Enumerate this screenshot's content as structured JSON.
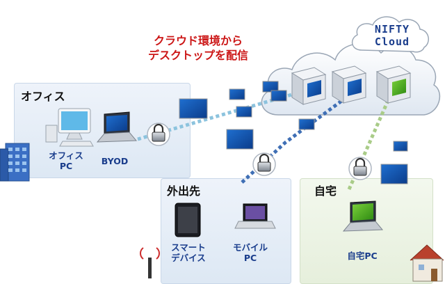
{
  "headline": {
    "line1": "クラウド環境から",
    "line2": "デスクトップを配信"
  },
  "cloud": {
    "label_line1": "NIFTY",
    "label_line2": "Cloud"
  },
  "office": {
    "title": "オフィス",
    "pc_line1": "オフィス",
    "pc_line2": "PC",
    "byod": "BYOD"
  },
  "away": {
    "title": "外出先",
    "phone_line1": "スマート",
    "phone_line2": "デバイス",
    "laptop_line1": "モバイル",
    "laptop_line2": "PC"
  },
  "home": {
    "title": "自宅",
    "pc": "自宅PC"
  },
  "colors": {
    "headline": "#cc1717",
    "label": "#1a3d8c",
    "link_office": "#8cc3de",
    "link_away": "#3f6fb5",
    "link_home": "#a9cc88"
  }
}
